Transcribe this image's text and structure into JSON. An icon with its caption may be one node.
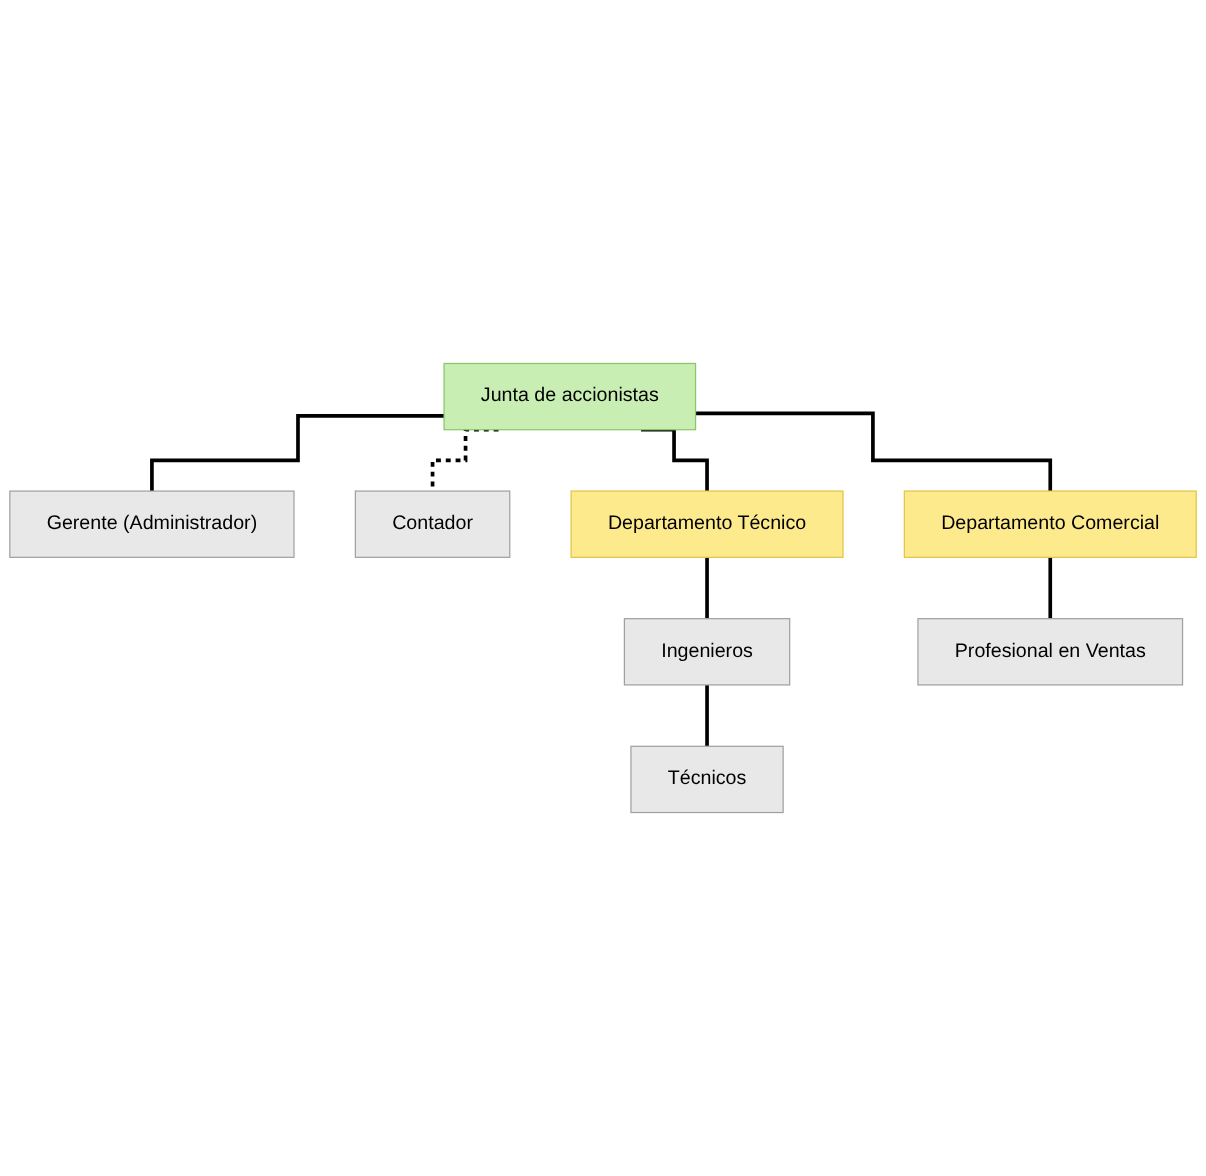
{
  "diagram": {
    "nodes": [
      {
        "text": [
          "Junta de accionistas"
        ]
      },
      {
        "text": [
          "Gerente (Administrador)"
        ]
      },
      {
        "text": [
          "Contador"
        ]
      },
      {
        "text": [
          "Departamento Técnico"
        ]
      },
      {
        "text": [
          "Departamento Comercial"
        ]
      },
      {
        "text": [
          "Ingenieros"
        ]
      },
      {
        "text": [
          "Profesional en Ventas"
        ]
      },
      {
        "text": [
          "Técnicos"
        ]
      }
    ],
    "edges": [
      {
        "from": 0,
        "to": 1,
        "arrow": "none"
      },
      {
        "from": 0,
        "to": 2,
        "arrow": "none",
        "style": "dashed"
      },
      {
        "from": 0,
        "to": 3,
        "arrow": "none"
      },
      {
        "from": 0,
        "to": 4,
        "arrow": "none"
      },
      {
        "from": 3,
        "to": 5,
        "arrow": "none"
      },
      {
        "from": 5,
        "to": 7,
        "arrow": "none"
      },
      {
        "from": 4,
        "to": 6,
        "arrow": "none"
      }
    ]
  }
}
